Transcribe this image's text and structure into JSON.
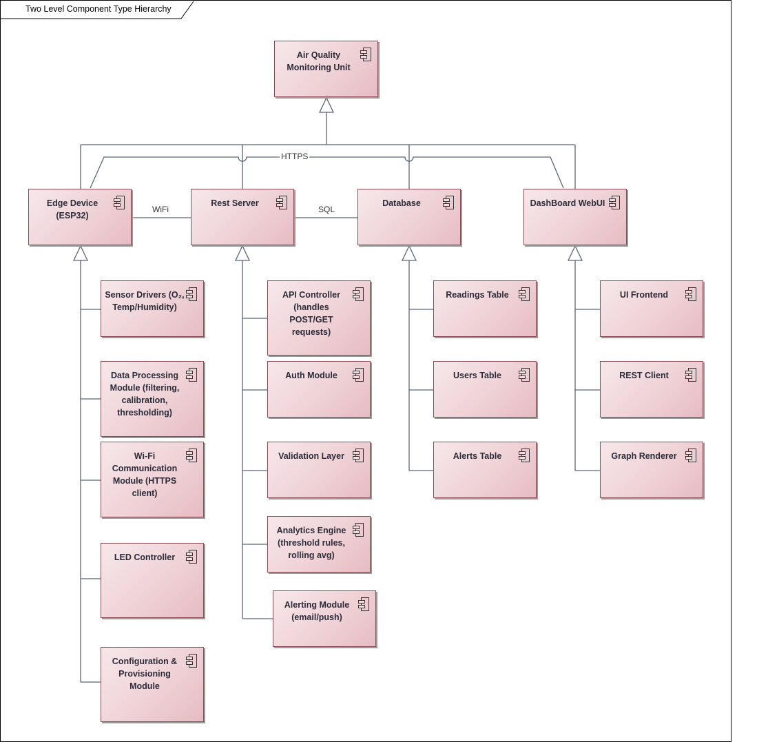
{
  "diagram": {
    "title": "Two Level Component Type Hierarchy",
    "line_color": "#5b6378",
    "component_fill": "#efd2d6",
    "component_border": "#8c4a55"
  },
  "components": {
    "root": {
      "label": "Air Quality\nMonitoring Unit"
    },
    "edge_device": {
      "label": "Edge Device\n(ESP32)"
    },
    "rest_server": {
      "label": "Rest Server"
    },
    "database": {
      "label": "Database"
    },
    "dashboard": {
      "label": "DashBoard WebUI"
    },
    "sensor_drivers": {
      "label": "Sensor Drivers (O₂,\nTemp/Humidity)"
    },
    "data_processing": {
      "label": "Data Processing\nModule (filtering,\ncalibration,\nthresholding)"
    },
    "wifi_module": {
      "label": "Wi-Fi\nCommunication\nModule (HTTPS\nclient)"
    },
    "led_controller": {
      "label": "LED Controller"
    },
    "config_module": {
      "label": "Configuration &\nProvisioning\nModule"
    },
    "api_controller": {
      "label": "API Controller\n(handles\nPOST/GET\nrequests)"
    },
    "auth_module": {
      "label": "Auth Module"
    },
    "validation_layer": {
      "label": "Validation Layer"
    },
    "analytics_engine": {
      "label": "Analytics Engine\n(threshold rules,\nrolling avg)"
    },
    "alerting_module": {
      "label": "Alerting Module\n(email/push)"
    },
    "readings_table": {
      "label": "Readings Table"
    },
    "users_table": {
      "label": "Users Table"
    },
    "alerts_table": {
      "label": "Alerts Table"
    },
    "ui_frontend": {
      "label": "UI Frontend"
    },
    "rest_client": {
      "label": "REST Client"
    },
    "graph_renderer": {
      "label": "Graph Renderer"
    }
  },
  "connectors": {
    "wifi": "WiFi",
    "sql": "SQL",
    "https": "HTTPS"
  },
  "icon": "component-icon"
}
